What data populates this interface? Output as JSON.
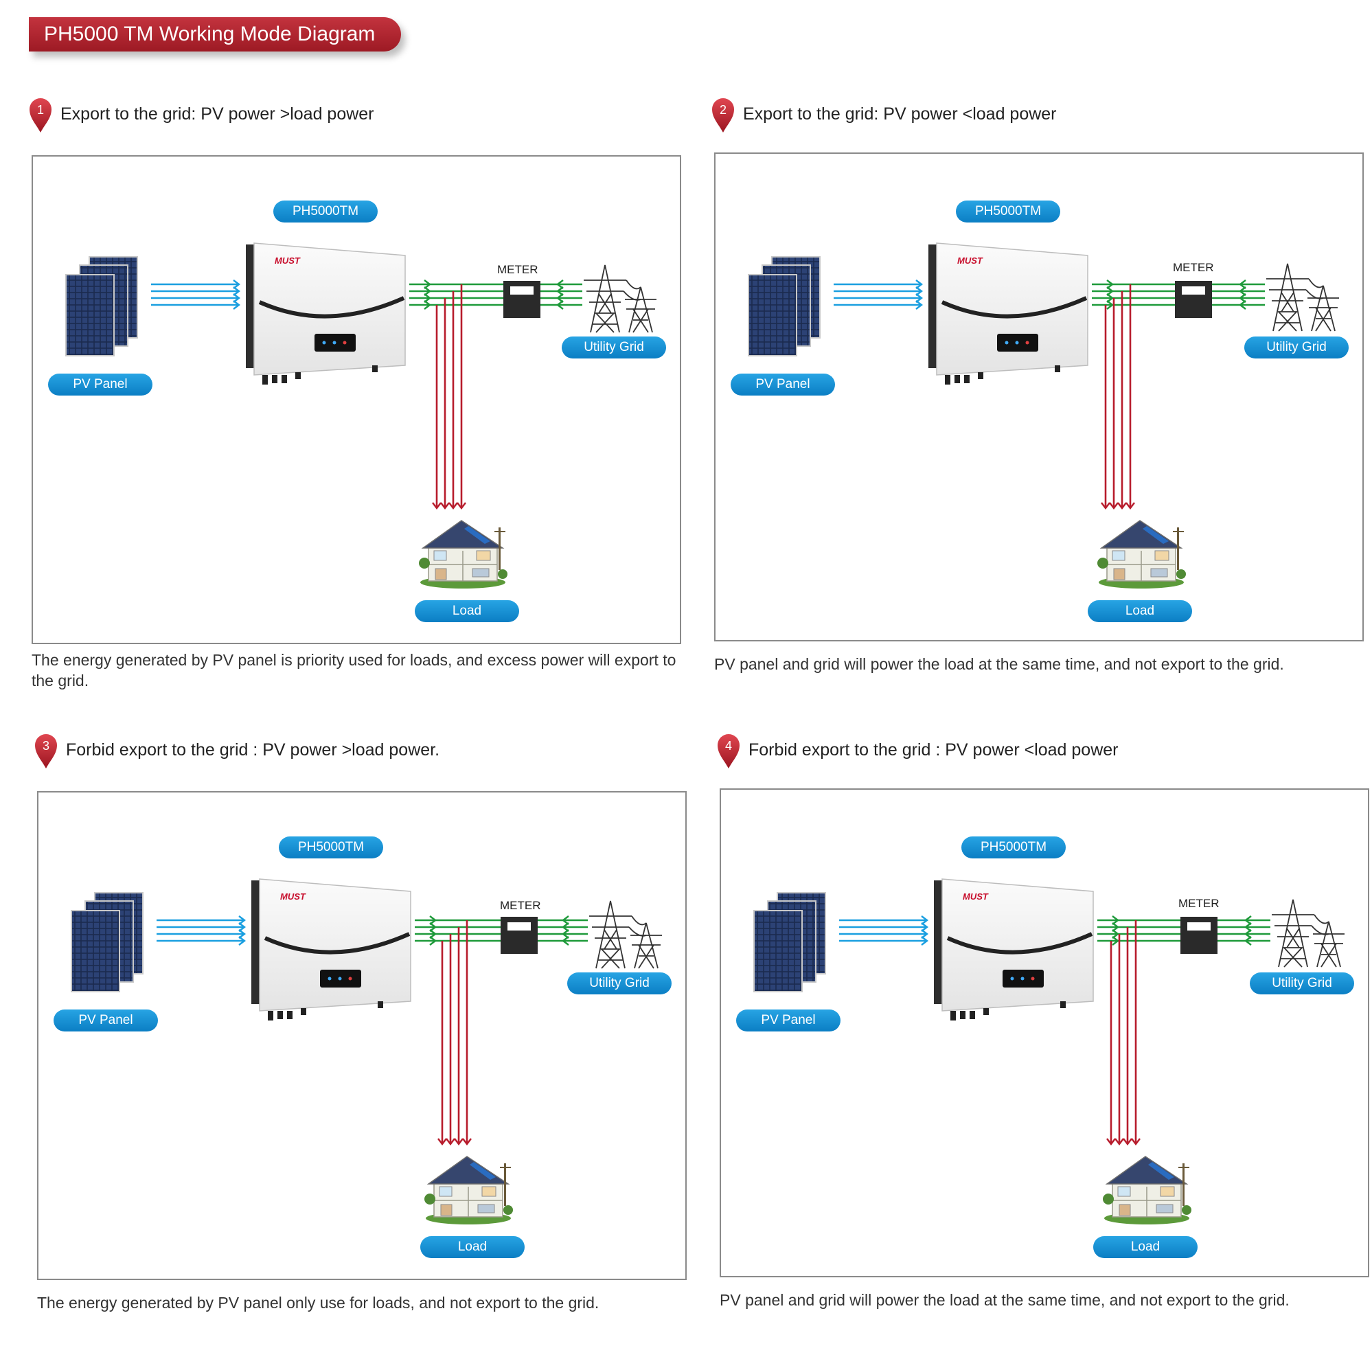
{
  "title": "PH5000  TM Working Mode Diagram",
  "colors": {
    "accent_red": "#b4262f",
    "pill_blue": "#1592d8",
    "flow_pv": "#1a9fe0",
    "flow_grid": "#1e9a3a",
    "flow_load": "#b71c2c"
  },
  "labels": {
    "inverter": "PH5000TM",
    "meter": "METER",
    "pv_panel": "PV Panel",
    "utility_grid": "Utility Grid",
    "load": "Load",
    "brand": "MUST"
  },
  "sections": [
    {
      "number": "1",
      "heading": "Export to the grid: PV power >load power",
      "description": "The energy generated by PV panel is priority used for loads, and excess power will export to the grid."
    },
    {
      "number": "2",
      "heading": "Export to the grid: PV power <load power",
      "description": "PV panel and grid will power the load at the same time, and not export to the grid."
    },
    {
      "number": "3",
      "heading": "Forbid export to the grid : PV power >load power.",
      "description": "The energy generated by PV panel only use for loads, and not export to the grid."
    },
    {
      "number": "4",
      "heading": "Forbid export to the grid : PV power <load power",
      "description": "PV panel and grid will power the load at the same time, and not export to the grid."
    }
  ]
}
